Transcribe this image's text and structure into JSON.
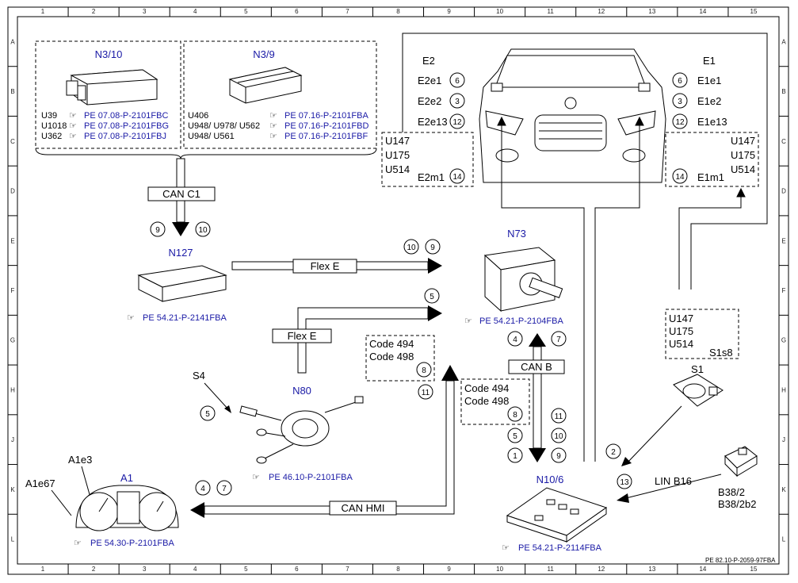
{
  "grid": {
    "columns": [
      "1",
      "2",
      "3",
      "4",
      "5",
      "6",
      "7",
      "8",
      "9",
      "10",
      "11",
      "12",
      "13",
      "14",
      "15"
    ],
    "rows": [
      "A",
      "B",
      "C",
      "D",
      "E",
      "F",
      "G",
      "H",
      "J",
      "K",
      "L"
    ]
  },
  "footer_ref": "PE 82.10-P-2059-97FBA",
  "n310": {
    "label": "N3/10",
    "codes": [
      "U39",
      "U1018",
      "U362"
    ],
    "refs": [
      "PE 07.08-P-2101FBC",
      "PE 07.08-P-2101FBG",
      "PE 07.08-P-2101FBJ"
    ]
  },
  "n39": {
    "label": "N3/9",
    "codes": [
      "U406",
      "U948/ U978/ U562",
      "U948/ U561"
    ],
    "refs": [
      "PE 07.16-P-2101FBA",
      "PE 07.16-P-2101FBD",
      "PE 07.16-P-2101FBF"
    ]
  },
  "car": {
    "e2": "E2",
    "e2e1": "E2e1",
    "e2e2": "E2e2",
    "e2e13": "E2e13",
    "e2m1": "E2m1",
    "e1": "E1",
    "e1e1": "E1e1",
    "e1e2": "E1e2",
    "e1e13": "E1e13",
    "e1m1": "E1m1",
    "codes_left": [
      "U147",
      "U175",
      "U514"
    ],
    "codes_right": [
      "U147",
      "U175",
      "U514"
    ]
  },
  "bus": {
    "can_c1": "CAN C1",
    "flex_e_1": "Flex E",
    "flex_e_2": "Flex E",
    "can_b": "CAN B",
    "can_hmi": "CAN HMI",
    "lin_b16": "LIN B16"
  },
  "n127": {
    "label": "N127",
    "ref": "PE 54.21-P-2141FBA"
  },
  "n73": {
    "label": "N73",
    "ref": "PE 54.21-P-2104FBA"
  },
  "s4": {
    "label": "S4"
  },
  "n80": {
    "label": "N80",
    "ref": "PE 46.10-P-2101FBA"
  },
  "a1": {
    "label": "A1",
    "a1e3": "A1e3",
    "a1e67": "A1e67",
    "ref": "PE 54.30-P-2101FBA"
  },
  "n106": {
    "label": "N10/6",
    "ref": "PE 54.21-P-2114FBA"
  },
  "s1": {
    "label": "S1",
    "s1s8": "S1s8",
    "codes": [
      "U147",
      "U175",
      "U514"
    ]
  },
  "b38": {
    "label1": "B38/2",
    "label2": "B38/2b2"
  },
  "codes494": {
    "box1": [
      "Code 494",
      "Code 498"
    ],
    "box2": [
      "Code 494",
      "Code 498"
    ]
  },
  "circles": {
    "c_e2e1": "6",
    "c_e2e2": "3",
    "c_e2e13": "12",
    "c_e2m1": "14",
    "c_e1e1": "6",
    "c_e1e2": "3",
    "c_e1e13": "12",
    "c_e1m1": "14",
    "c_can_9": "9",
    "c_can_10": "10",
    "c_flex_10": "10",
    "c_flex_9": "9",
    "c_flex_5": "5",
    "c_n73_4": "4",
    "c_n73_7": "7",
    "c_code_8a": "8",
    "c_code_11": "11",
    "c_code_8b": "8",
    "c_canb_5": "5",
    "c_canb_1": "1",
    "c_canb_11": "11",
    "c_canb_10": "10",
    "c_canb_9": "9",
    "c_s4_5": "5",
    "c_hmi_4": "4",
    "c_hmi_7": "7",
    "c_s1_2": "2",
    "c_lin_13": "13"
  }
}
